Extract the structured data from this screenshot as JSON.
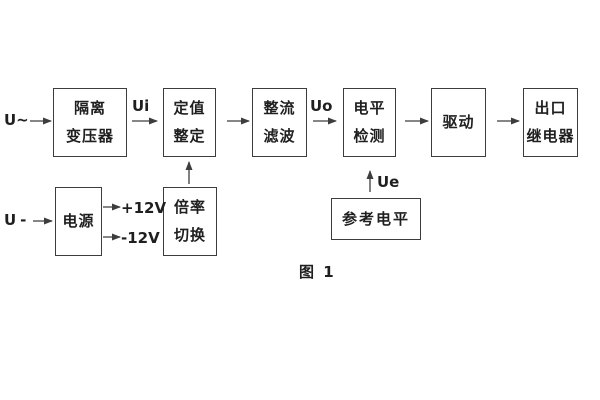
{
  "diagram": {
    "caption": "图 1",
    "inputs": {
      "ac_input": "U~",
      "dc_input": "U-"
    },
    "signals": {
      "ui": "Ui",
      "uo": "Uo",
      "ue": "Ue",
      "plus12v": "+12V",
      "minus12v": "-12V"
    },
    "blocks": {
      "isolation_transformer": {
        "line1": "隔离",
        "line2": "变压器"
      },
      "setting_adjust": {
        "line1": "定值",
        "line2": "整定"
      },
      "rectifier_filter": {
        "line1": "整流",
        "line2": "滤波"
      },
      "level_detect": {
        "line1": "电平",
        "line2": "检测"
      },
      "driver": {
        "label": "驱动"
      },
      "output_relay": {
        "line1": "出口",
        "line2": "继电器"
      },
      "power_supply": {
        "label": "电源"
      },
      "ratio_switch": {
        "line1": "倍率",
        "line2": "切换"
      },
      "reference_level": {
        "label": "参考电平"
      }
    },
    "line_color": "#3d3d3d",
    "text_color": "#1f1f1f",
    "background": "#ffffff"
  }
}
